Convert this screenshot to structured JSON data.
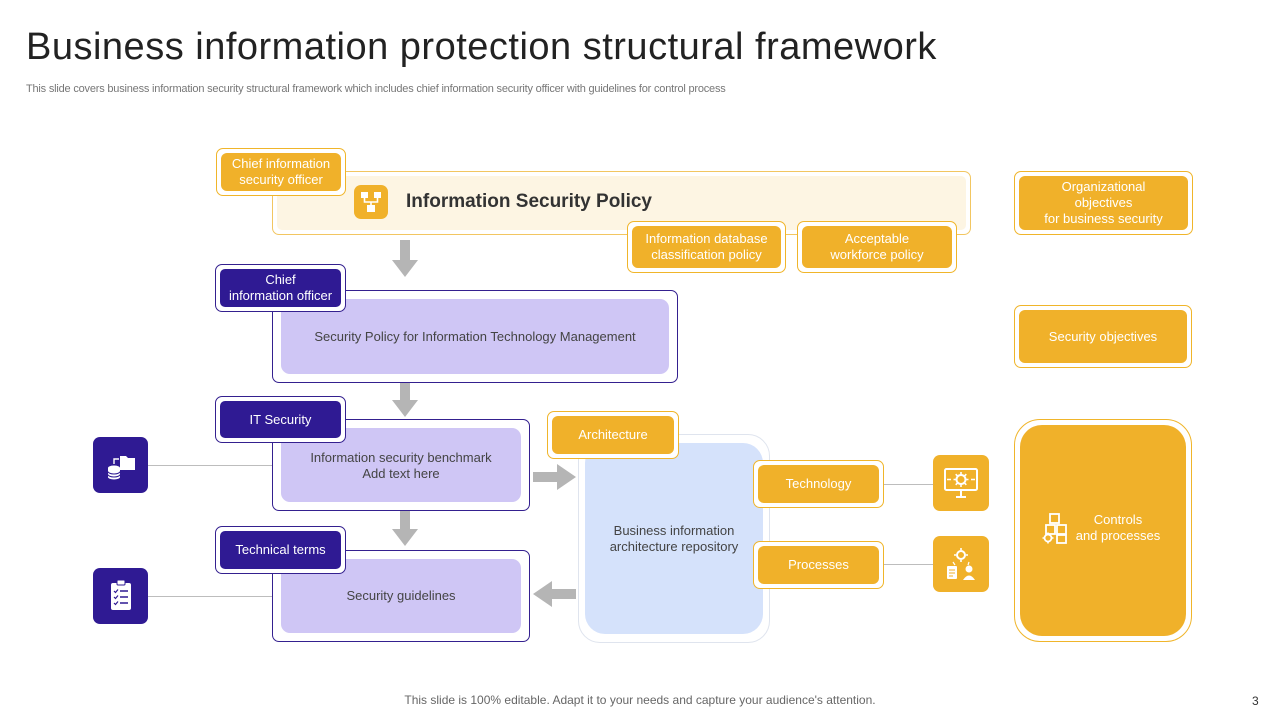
{
  "slide": {
    "title": "Business information protection structural framework",
    "subtitle": "This slide covers business information security structural framework which includes chief information security officer with guidelines for control process",
    "footer": "This slide is 100% editable. Adapt it to your needs and capture your audience's attention.",
    "page_number": "3"
  },
  "colors": {
    "accent_yellow": "#f0b12a",
    "accent_purple": "#2f1a93",
    "light_purple": "#cfc6f5",
    "light_blue": "#d5e2fb",
    "arrow_gray": "#b5b5b5"
  },
  "policy": {
    "title": "Information Security Policy",
    "icon": "network-icon",
    "owner": "Chief information\nsecurity officer",
    "sub_items": [
      "Information database\nclassification policy",
      "Acceptable\nworkforce policy"
    ]
  },
  "levels": [
    {
      "tag": "Chief\ninformation officer",
      "text": "Security Policy for Information Technology Management"
    },
    {
      "tag": "IT Security",
      "text": "Information security benchmark\nAdd text here",
      "side_icon": "database-folder-icon"
    },
    {
      "tag": "Technical terms",
      "text": "Security guidelines",
      "side_icon": "checklist-icon"
    }
  ],
  "repository": {
    "label": "Architecture",
    "text": "Business information\narchitecture repository",
    "items": [
      {
        "label": "Technology",
        "icon": "monitor-gear-icon"
      },
      {
        "label": "Processes",
        "icon": "process-people-icon"
      }
    ]
  },
  "right_column": [
    {
      "label": "Organizational\nobjectives\nfor business security"
    },
    {
      "label": "Security objectives"
    },
    {
      "label": "Controls\nand processes",
      "icon": "blocks-gear-icon"
    }
  ]
}
